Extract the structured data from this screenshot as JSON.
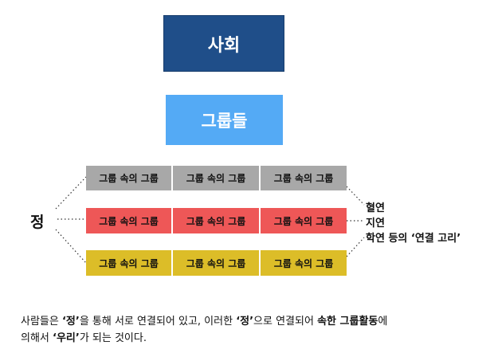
{
  "top_box": {
    "label": "사회",
    "color": "#1f4e89"
  },
  "middle_box": {
    "label": "그룹들",
    "color": "#54aaf5"
  },
  "grid": {
    "cell_label": "그룹 속의 그룹",
    "rows": [
      {
        "color": "gray",
        "cells": [
          "그룹 속의 그룹",
          "그룹 속의 그룹",
          "그룹 속의 그룹"
        ]
      },
      {
        "color": "red",
        "cells": [
          "그룹 속의 그룹",
          "그룹 속의 그룹",
          "그룹 속의 그룹"
        ]
      },
      {
        "color": "yellow",
        "cells": [
          "그룹 속의 그룹",
          "그룹 속의 그룹",
          "그룹 속의 그룹"
        ]
      }
    ]
  },
  "left_label": "정",
  "right_labels": [
    "혈연",
    "지연",
    "학연 등의 ‘연결 고리’"
  ],
  "caption": {
    "line1": [
      {
        "text": "사람들은 ",
        "bold": false
      },
      {
        "text": "‘정’",
        "bold": true
      },
      {
        "text": "을 통해 서로 연결되어 있고, 이러한 ",
        "bold": false
      },
      {
        "text": "‘정’",
        "bold": true
      },
      {
        "text": "으로 연결되어 ",
        "bold": false
      },
      {
        "text": "속한 그룹활동",
        "bold": true
      },
      {
        "text": "에",
        "bold": false
      }
    ],
    "line2": [
      {
        "text": "의해서 ",
        "bold": false
      },
      {
        "text": "‘우리’",
        "bold": true
      },
      {
        "text": "가 되는 것이다.",
        "bold": false
      }
    ]
  }
}
